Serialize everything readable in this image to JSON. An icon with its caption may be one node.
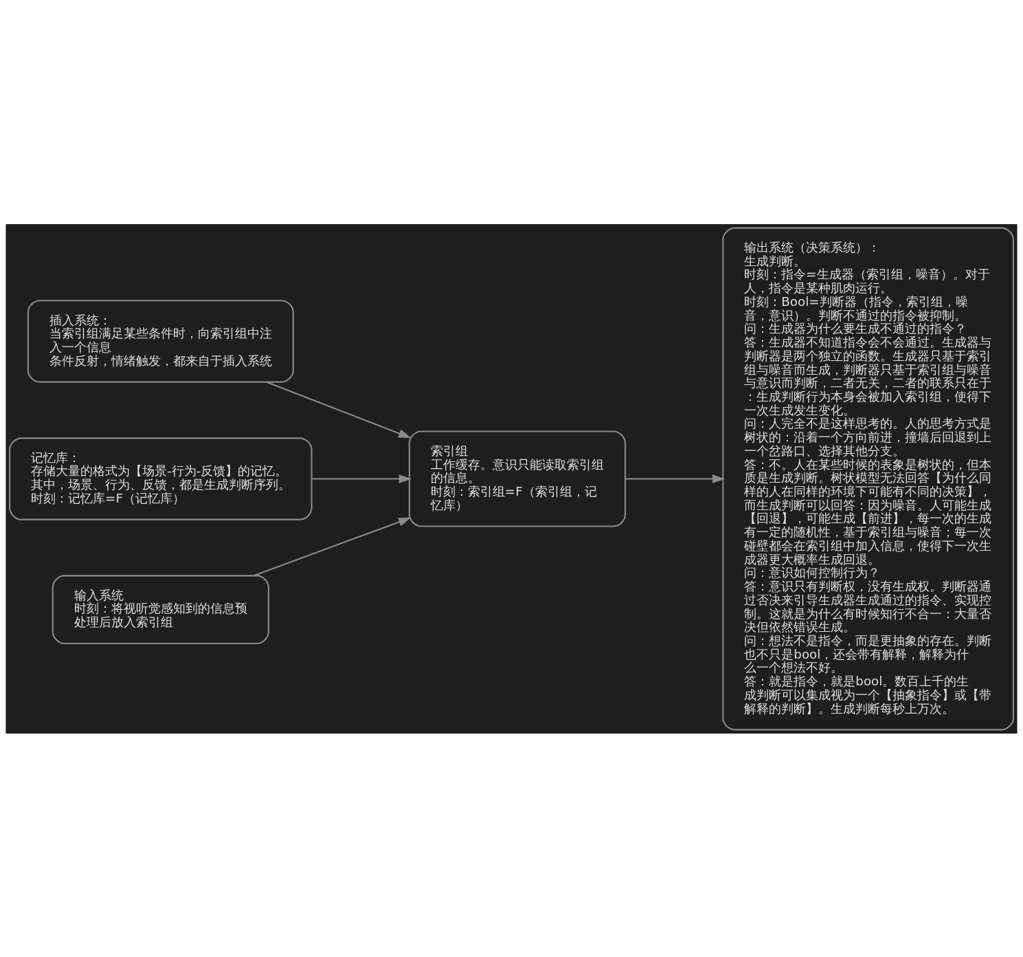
{
  "diagram": {
    "nodes": [
      {
        "text": [
          "插入系统：",
          "当索引组满足某些条件时，向索引组中注入一个信息",
          "条件反射，情绪触发，都来自于插入系统"
        ]
      },
      {
        "text": [
          "记忆库：",
          "存储大量的格式为【场景-行为-反馈】的记忆。",
          "其中，场景、行为、反馈，都是生成判断序列。",
          "时刻：记忆库=F（记忆库）"
        ]
      },
      {
        "text": [
          "输入系统",
          "时刻：将视听觉感知到的信息预处理后放入索引组"
        ]
      },
      {
        "text": [
          "索引组",
          "工作缓存。意识只能读取索引组的信息。",
          "时刻：索引组=F（索引组，记忆库）"
        ]
      },
      {
        "text": [
          "输出系统（决策系统）：",
          "生成判断。",
          "时刻：指令=生成器（索引组，噪音）。对于人，指令是某种肌肉运行。",
          "时刻：Bool=判断器（指令，索引组，噪音，意识）。判断不通过的指令被抑制。",
          "问：生成器为什么要生成不通过的指令？",
          "答：生成器不知道指令会不会通过。生成器与判断器是两个独立的函数。生成器只基于索引组与噪音而生成，判断器只基于索引组与噪音与意识而判断，二者无关，二者的联系只在于：生成判断行为本身会被加入索引组，使得下一次生成发生变化。",
          "问：人完全不是这样思考的。人的思考方式是树状的：沿着一个方向前进，撞墙后回退到上一个岔路口、选择其他分支。",
          "答：不。人在某些时候的表象是树状的，但本质是生成判断。树状模型无法回答【为什么同样的人在同样的环境下可能有不同的决策】，而生成判断可以回答：因为噪音。人可能生成【回退】，可能生成【前进】，每一次的生成有一定的随机性，基于索引组与噪音；每一次碰壁都会在索引组中加入信息，使得下一次生成器更大概率生成回退。",
          "问：意识如何控制行为？",
          "答：意识只有判断权，没有生成权。判断器通过否决来引导生成器生成通过的指令、实现控制。这就是为什么有时候知行不合一：大量否决但依然错误生成。",
          "问：想法不是指令，而是更抽象的存在。判断也不只是bool，还会带有解释，解释为什么一个想法不好。",
          "答：就是指令，就是bool。数百上千的生成判断可以集成视为一个【抽象指令】或【带解释的判断】。生成判断每秒上万次。"
        ]
      }
    ],
    "edges": [
      {
        "from": 0,
        "to": 3,
        "arrow": "to"
      },
      {
        "from": 1,
        "to": 3,
        "arrow": "to"
      },
      {
        "from": 2,
        "to": 3,
        "arrow": "to"
      },
      {
        "from": 3,
        "to": 4,
        "arrow": "to"
      }
    ]
  }
}
